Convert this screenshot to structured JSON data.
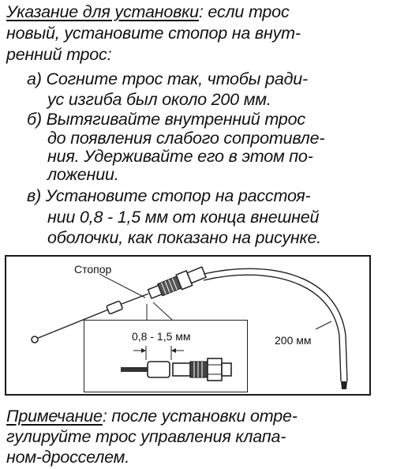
{
  "instruction": {
    "heading": "Указание для установки",
    "line1_rest": ": если трос",
    "line2": "новый, установите стопор на внут-",
    "line3": "ренний трос:",
    "step_a_1": "а) Согните трос так, чтобы ради-",
    "step_a_2": "ус изгиба был около 200 мм.",
    "step_b_1": "б) Вытягивайте внутренний трос",
    "step_b_2": "до появления слабого сопротивле-",
    "step_b_3": "ния. Удерживайте его в этом по-",
    "step_b_4": "ложении.",
    "step_c_1": "в) Установите стопор на расстоя-",
    "step_c_2": "нии 0,8 - 1,5 мм от конца внешней",
    "step_c_3": "оболочки, как показано на рисунке."
  },
  "figure": {
    "stopper_label": "Стопор",
    "gap_label": "0,8 - 1,5 мм",
    "radius_label": "200 мм"
  },
  "note": {
    "heading": "Примечание",
    "line1_rest": ": после установки отре-",
    "line2": "гулируйте трос управления клапа-",
    "line3": "ном-дросселем."
  }
}
